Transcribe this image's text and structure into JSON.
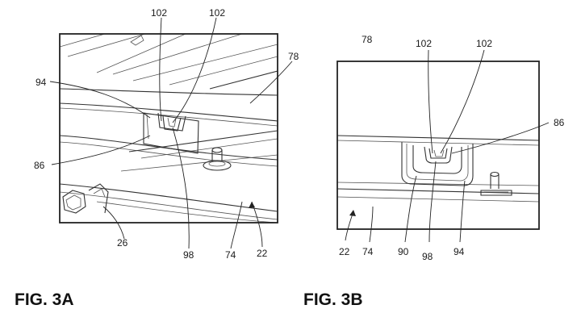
{
  "figures": [
    {
      "caption": "FIG. 3A",
      "labels": {
        "l102a": "102",
        "l102b": "102",
        "l78": "78",
        "l94": "94",
        "l86": "86",
        "l26": "26",
        "l98": "98",
        "l74": "74",
        "l22": "22"
      }
    },
    {
      "caption": "FIG. 3B",
      "labels": {
        "l78": "78",
        "l102a": "102",
        "l102b": "102",
        "l86": "86",
        "l22": "22",
        "l74": "74",
        "l90": "90",
        "l98": "98",
        "l94": "94"
      }
    }
  ],
  "colors": {
    "ink": "#222222",
    "paper": "#ffffff"
  }
}
